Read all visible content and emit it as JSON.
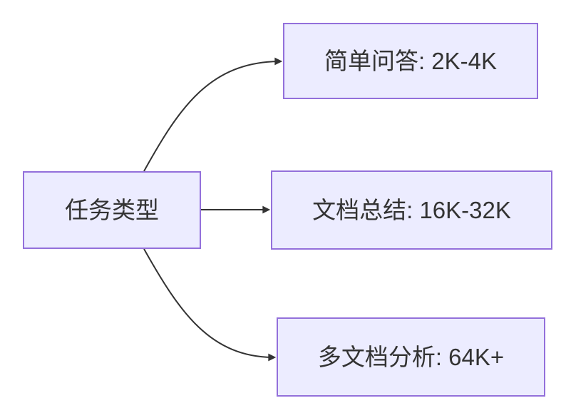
{
  "diagram": {
    "type": "flowchart",
    "colors": {
      "node_fill": "#ECECFF",
      "node_border": "#9370DB",
      "edge": "#333333",
      "text": "#333333",
      "background": "#ffffff"
    },
    "nodes": {
      "task_type": {
        "label": "任务类型"
      },
      "simple_qa": {
        "label": "简单问答: 2K-4K"
      },
      "doc_summary": {
        "label": "文档总结: 16K-32K"
      },
      "multi_doc": {
        "label": "多文档分析: 64K+"
      }
    },
    "edges": [
      {
        "from": "task_type",
        "to": "simple_qa"
      },
      {
        "from": "task_type",
        "to": "doc_summary"
      },
      {
        "from": "task_type",
        "to": "multi_doc"
      }
    ]
  }
}
